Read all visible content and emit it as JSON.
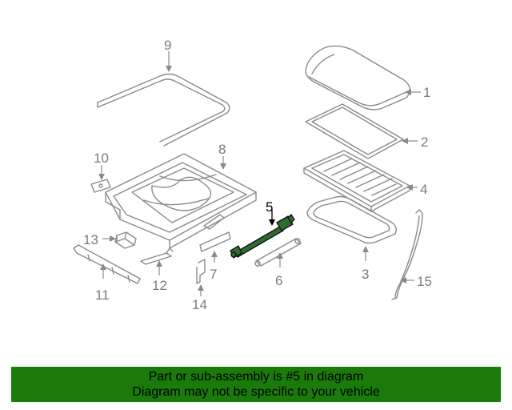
{
  "callouts": {
    "c1": "1",
    "c2": "2",
    "c3": "3",
    "c4": "4",
    "c5": "5",
    "c6": "6",
    "c7": "7",
    "c8": "8",
    "c9": "9",
    "c10": "10",
    "c11": "11",
    "c12": "12",
    "c13": "13",
    "c14": "14",
    "c15": "15"
  },
  "highlighted_part": "5",
  "banner": {
    "line1": "Part or sub-assembly is #5 in diagram",
    "line2": "Diagram may not be specific to your vehicle"
  },
  "colors": {
    "banner_bg": "#1a7a0a",
    "highlight": "#2f6b2f",
    "part_stroke": "#8a8a8a"
  }
}
